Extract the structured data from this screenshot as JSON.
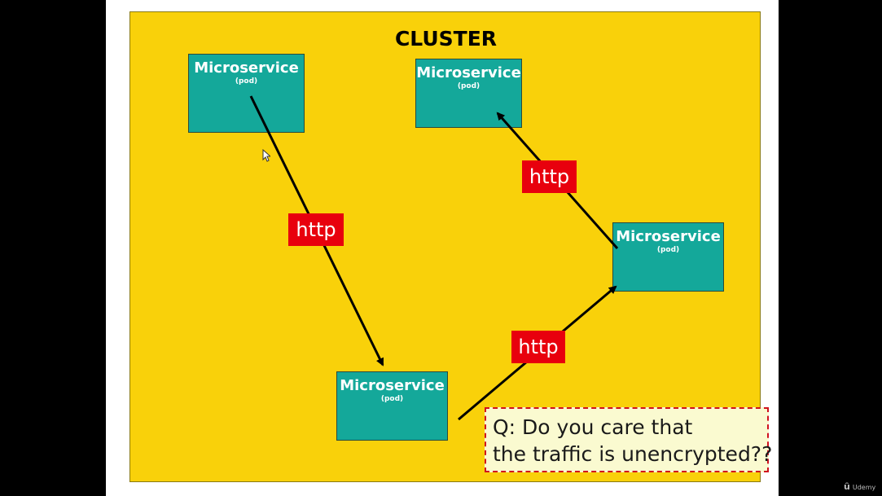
{
  "cluster": {
    "title": "CLUSTER"
  },
  "pods": [
    {
      "name": "Microservice",
      "subtitle": "(pod)"
    },
    {
      "name": "Microservice",
      "subtitle": "(pod)"
    },
    {
      "name": "Microservice",
      "subtitle": "(pod)"
    },
    {
      "name": "Microservice",
      "subtitle": "(pod)"
    }
  ],
  "connections": [
    {
      "label": "http"
    },
    {
      "label": "http"
    },
    {
      "label": "http"
    }
  ],
  "question": {
    "line1": "Q: Do you care that",
    "line2": "the traffic is unencrypted??"
  },
  "watermark": {
    "text": "Udemy"
  },
  "colors": {
    "cluster_bg": "#f9d10a",
    "pod_bg": "#14a89a",
    "label_bg": "#e8000d",
    "question_border": "#d0121e",
    "question_bg": "#fafad0"
  }
}
